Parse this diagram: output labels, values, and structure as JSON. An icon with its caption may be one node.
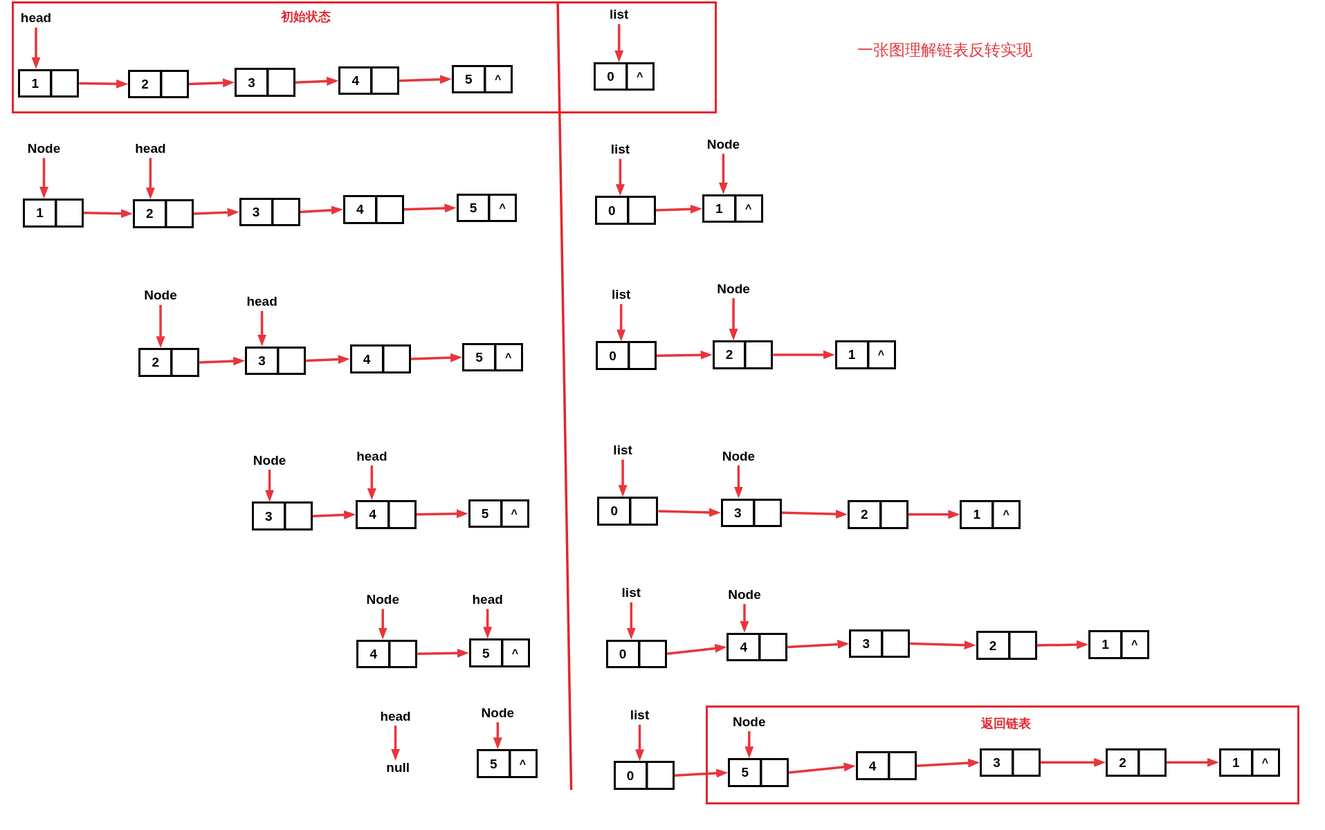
{
  "diagram": {
    "title": "一张图理解链表反转实现",
    "nodes": [
      {
        "text": [
          "初始状态"
        ]
      },
      {
        "text": [
          "head"
        ],
        "in": 0
      },
      {
        "text": [
          "1"
        ],
        "in": 0
      },
      {
        "text": [
          "2"
        ],
        "in": 0
      },
      {
        "text": [
          "3"
        ],
        "in": 0
      },
      {
        "text": [
          "4"
        ],
        "in": 0
      },
      {
        "text": [
          "5",
          "^"
        ],
        "in": 0
      },
      {
        "text": [
          "list"
        ],
        "in": 0
      },
      {
        "text": [
          "0",
          "^"
        ],
        "in": 0
      },
      {
        "text": [
          "Node"
        ]
      },
      {
        "text": [
          "head"
        ]
      },
      {
        "text": [
          "1"
        ]
      },
      {
        "text": [
          "2"
        ]
      },
      {
        "text": [
          "3"
        ]
      },
      {
        "text": [
          "4"
        ]
      },
      {
        "text": [
          "5",
          "^"
        ]
      },
      {
        "text": [
          "list"
        ]
      },
      {
        "text": [
          "Node"
        ]
      },
      {
        "text": [
          "0"
        ]
      },
      {
        "text": [
          "1",
          "^"
        ]
      },
      {
        "text": [
          "Node"
        ]
      },
      {
        "text": [
          "head"
        ]
      },
      {
        "text": [
          "2"
        ]
      },
      {
        "text": [
          "3"
        ]
      },
      {
        "text": [
          "4"
        ]
      },
      {
        "text": [
          "5",
          "^"
        ]
      },
      {
        "text": [
          "list"
        ]
      },
      {
        "text": [
          "Node"
        ]
      },
      {
        "text": [
          "0"
        ]
      },
      {
        "text": [
          "2"
        ]
      },
      {
        "text": [
          "1",
          "^"
        ]
      },
      {
        "text": [
          "Node"
        ]
      },
      {
        "text": [
          "head"
        ]
      },
      {
        "text": [
          "3"
        ]
      },
      {
        "text": [
          "4"
        ]
      },
      {
        "text": [
          "5",
          "^"
        ]
      },
      {
        "text": [
          "list"
        ]
      },
      {
        "text": [
          "Node"
        ]
      },
      {
        "text": [
          "0"
        ]
      },
      {
        "text": [
          "3"
        ]
      },
      {
        "text": [
          "2"
        ]
      },
      {
        "text": [
          "1",
          "^"
        ]
      },
      {
        "text": [
          "Node"
        ]
      },
      {
        "text": [
          "head"
        ]
      },
      {
        "text": [
          "4"
        ]
      },
      {
        "text": [
          "5",
          "^"
        ]
      },
      {
        "text": [
          "list"
        ]
      },
      {
        "text": [
          "Node"
        ]
      },
      {
        "text": [
          "0"
        ]
      },
      {
        "text": [
          "4"
        ]
      },
      {
        "text": [
          "3"
        ]
      },
      {
        "text": [
          "2"
        ]
      },
      {
        "text": [
          "1",
          "^"
        ]
      },
      {
        "text": [
          "head"
        ]
      },
      {
        "text": [
          "null"
        ]
      },
      {
        "text": [
          "Node"
        ]
      },
      {
        "text": [
          "5",
          "^"
        ]
      },
      {
        "text": [
          "list"
        ]
      },
      {
        "text": [
          "0"
        ]
      },
      {
        "text": [
          "返回链表"
        ]
      },
      {
        "text": [
          "Node"
        ],
        "in": 59
      },
      {
        "text": [
          "5"
        ],
        "in": 59
      },
      {
        "text": [
          "4"
        ],
        "in": 59
      },
      {
        "text": [
          "3"
        ],
        "in": 59
      },
      {
        "text": [
          "2"
        ],
        "in": 59
      },
      {
        "text": [
          "1",
          "^"
        ],
        "in": 59
      }
    ],
    "edges": [
      {
        "from": 1,
        "to": 2,
        "arrow": "to"
      },
      {
        "from": 2,
        "to": 3,
        "arrow": "to"
      },
      {
        "from": 3,
        "to": 4,
        "arrow": "to"
      },
      {
        "from": 4,
        "to": 5,
        "arrow": "to"
      },
      {
        "from": 5,
        "to": 6,
        "arrow": "to"
      },
      {
        "from": 7,
        "to": 8,
        "arrow": "to"
      },
      {
        "from": 9,
        "to": 11,
        "arrow": "to"
      },
      {
        "from": 10,
        "to": 12,
        "arrow": "to"
      },
      {
        "from": 11,
        "to": 12,
        "arrow": "to"
      },
      {
        "from": 12,
        "to": 13,
        "arrow": "to"
      },
      {
        "from": 13,
        "to": 14,
        "arrow": "to"
      },
      {
        "from": 14,
        "to": 15,
        "arrow": "to"
      },
      {
        "from": 16,
        "to": 18,
        "arrow": "to"
      },
      {
        "from": 17,
        "to": 19,
        "arrow": "to"
      },
      {
        "from": 18,
        "to": 19,
        "arrow": "to"
      },
      {
        "from": 20,
        "to": 22,
        "arrow": "to"
      },
      {
        "from": 21,
        "to": 23,
        "arrow": "to"
      },
      {
        "from": 22,
        "to": 23,
        "arrow": "to"
      },
      {
        "from": 23,
        "to": 24,
        "arrow": "to"
      },
      {
        "from": 24,
        "to": 25,
        "arrow": "to"
      },
      {
        "from": 26,
        "to": 28,
        "arrow": "to"
      },
      {
        "from": 27,
        "to": 29,
        "arrow": "to"
      },
      {
        "from": 28,
        "to": 29,
        "arrow": "to"
      },
      {
        "from": 29,
        "to": 30,
        "arrow": "to"
      },
      {
        "from": 31,
        "to": 33,
        "arrow": "to"
      },
      {
        "from": 32,
        "to": 34,
        "arrow": "to"
      },
      {
        "from": 33,
        "to": 34,
        "arrow": "to"
      },
      {
        "from": 34,
        "to": 35,
        "arrow": "to"
      },
      {
        "from": 36,
        "to": 38,
        "arrow": "to"
      },
      {
        "from": 37,
        "to": 39,
        "arrow": "to"
      },
      {
        "from": 38,
        "to": 39,
        "arrow": "to"
      },
      {
        "from": 39,
        "to": 40,
        "arrow": "to"
      },
      {
        "from": 40,
        "to": 41,
        "arrow": "to"
      },
      {
        "from": 42,
        "to": 44,
        "arrow": "to"
      },
      {
        "from": 43,
        "to": 45,
        "arrow": "to"
      },
      {
        "from": 44,
        "to": 45,
        "arrow": "to"
      },
      {
        "from": 46,
        "to": 48,
        "arrow": "to"
      },
      {
        "from": 47,
        "to": 49,
        "arrow": "to"
      },
      {
        "from": 48,
        "to": 49,
        "arrow": "to"
      },
      {
        "from": 49,
        "to": 50,
        "arrow": "to"
      },
      {
        "from": 50,
        "to": 51,
        "arrow": "to"
      },
      {
        "from": 51,
        "to": 52,
        "arrow": "to"
      },
      {
        "from": 53,
        "to": 54,
        "arrow": "to"
      },
      {
        "from": 55,
        "to": 56,
        "arrow": "to"
      },
      {
        "from": 57,
        "to": 58,
        "arrow": "to"
      },
      {
        "from": 58,
        "to": 61,
        "arrow": "to"
      },
      {
        "from": 60,
        "to": 61,
        "arrow": "to"
      },
      {
        "from": 61,
        "to": 62,
        "arrow": "to"
      },
      {
        "from": 62,
        "to": 63,
        "arrow": "to"
      },
      {
        "from": 63,
        "to": 64,
        "arrow": "to"
      },
      {
        "from": 64,
        "to": 65,
        "arrow": "to"
      }
    ]
  }
}
